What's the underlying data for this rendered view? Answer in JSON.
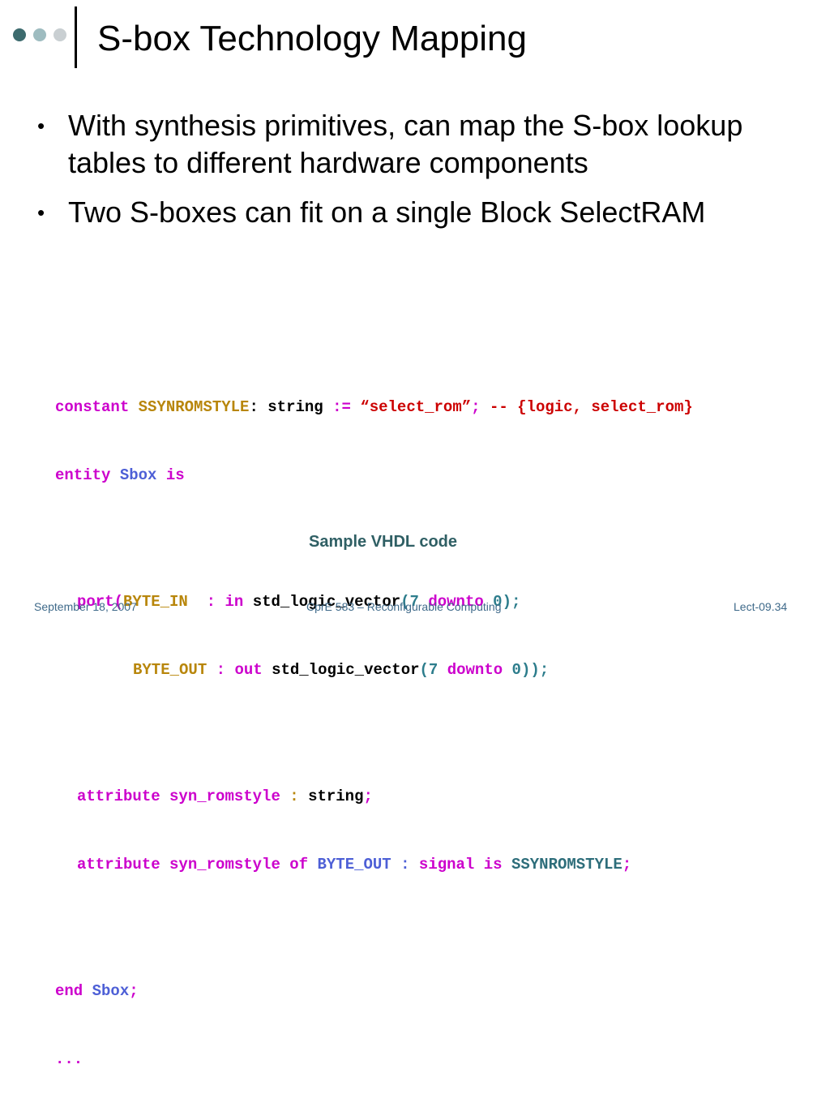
{
  "slide": {
    "title": "S-box Technology Mapping",
    "bullets": [
      "With synthesis primitives, can map the S-box lookup tables to different hardware components",
      "Two S-boxes can fit on a single Block SelectRAM"
    ],
    "bullet_mark": "•"
  },
  "code": {
    "line1": {
      "kw_constant": "constant",
      "name": "SSYNROMSTYLE",
      "colon": ":",
      "type": "string",
      "assign": ":=",
      "value": "“select_rom”",
      "semi": ";",
      "comment": "-- {logic, select_rom}"
    },
    "line2": {
      "kw_entity": "entity",
      "name": "Sbox",
      "kw_is": "is"
    },
    "line3": {
      "kw_port": "port(",
      "name": "BYTE_IN",
      "colon": " :",
      "dir": "in",
      "type": "std_logic_vector",
      "open": "(7",
      "downto": "downto",
      "close": "0);"
    },
    "line4": {
      "name": "BYTE_OUT",
      "colon": ":",
      "dir": "out",
      "type": "std_logic_vector",
      "open": "(7",
      "downto": "downto",
      "close": "0));"
    },
    "line5": {
      "kw_attribute": "attribute",
      "name": "syn_romstyle",
      "colon": ":",
      "type": "string",
      "semi": ";"
    },
    "line6": {
      "kw_attribute": "attribute",
      "name": "syn_romstyle",
      "kw_of": "of",
      "target": "BYTE_OUT",
      "colon": ":",
      "kw_signal": "signal",
      "kw_is": "is",
      "value": "SSYNROMSTYLE",
      "semi": ";"
    },
    "line7": {
      "kw_end": "end",
      "name": "Sbox",
      "semi": ";"
    },
    "line8": {
      "ellipsis": "..."
    }
  },
  "caption": "Sample VHDL code",
  "footer": {
    "date": "September 18, 2007",
    "course": "CprE 583 – Reconfigurable Computing",
    "lecture": "Lect-09.34"
  },
  "colors": {
    "keyword": "#cc00cc",
    "identifier": "#b8860b",
    "entity": "#4d5fd6",
    "number": "#2d7d8c",
    "string": "#cc0000",
    "caption": "#2f5f64",
    "footer": "#3f6a8a"
  }
}
